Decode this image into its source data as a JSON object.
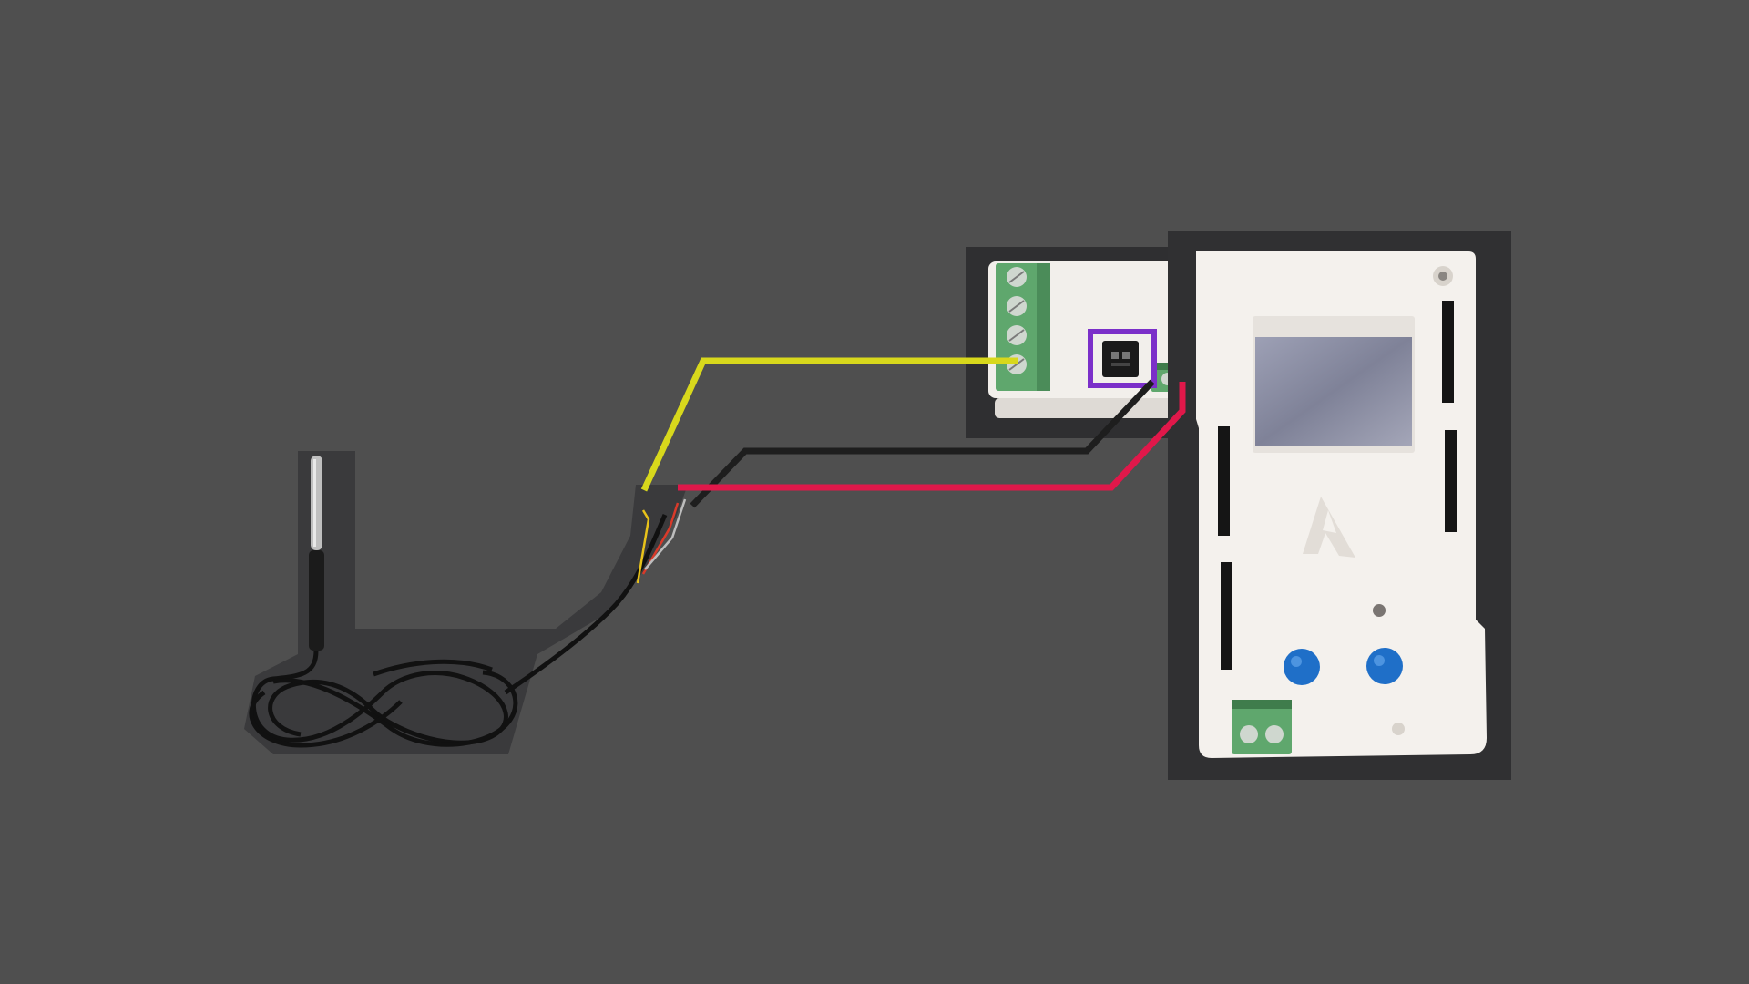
{
  "colors": {
    "background": "#4f4f4f",
    "wire_yellow": "#d8d81c",
    "wire_black": "#1e1e1e",
    "wire_red": "#e0184a",
    "highlight_box": "#7b2fc9",
    "terminal_green": "#5fa76d",
    "button_blue": "#1f6fc8",
    "enclosure_white": "#f3f0ec"
  },
  "diagram": {
    "components": [
      {
        "id": "temperature-probe",
        "icon": "temperature-probe-icon"
      },
      {
        "id": "sensor-module",
        "icon": "module-icon"
      },
      {
        "id": "controller",
        "icon": "controller-icon"
      }
    ],
    "connections": [
      {
        "from": "probe-yellow-wire",
        "to": "module-terminal-block",
        "color": "yellow"
      },
      {
        "from": "probe-black-wire",
        "to": "module-jumper",
        "color": "black"
      },
      {
        "from": "probe-red-wire",
        "to": "module-small-terminal",
        "color": "red"
      }
    ],
    "highlight": {
      "target": "module-jumper",
      "color": "purple"
    }
  }
}
